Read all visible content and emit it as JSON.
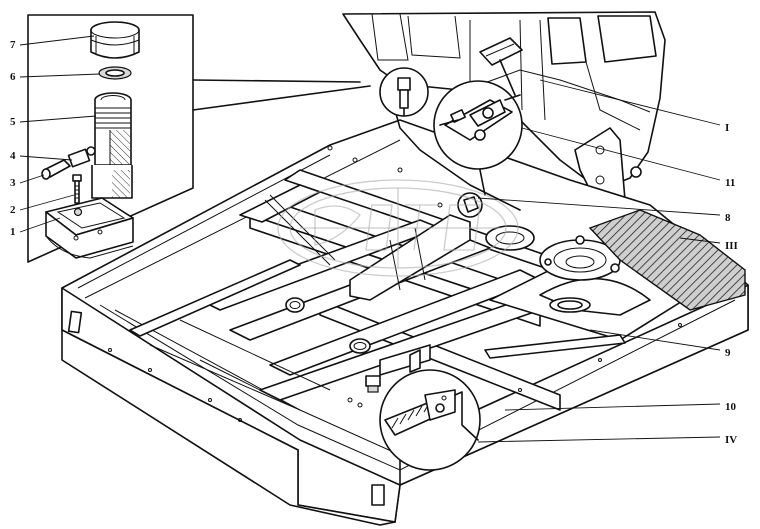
{
  "callouts": {
    "inset": [
      {
        "id": "c7",
        "label": "7"
      },
      {
        "id": "c6",
        "label": "6"
      },
      {
        "id": "c5",
        "label": "5"
      },
      {
        "id": "c4",
        "label": "4"
      },
      {
        "id": "c3",
        "label": "3"
      },
      {
        "id": "c2",
        "label": "2"
      },
      {
        "id": "c1",
        "label": "1"
      }
    ],
    "main": [
      {
        "id": "rI",
        "label": "I"
      },
      {
        "id": "r11",
        "label": "11"
      },
      {
        "id": "r8",
        "label": "8"
      },
      {
        "id": "rIII",
        "label": "III"
      },
      {
        "id": "r9",
        "label": "9"
      },
      {
        "id": "r10",
        "label": "10"
      },
      {
        "id": "rIV",
        "label": "IV"
      }
    ]
  },
  "colors": {
    "line": "#111111",
    "background": "#ffffff",
    "shade": "#d8d8d8"
  }
}
